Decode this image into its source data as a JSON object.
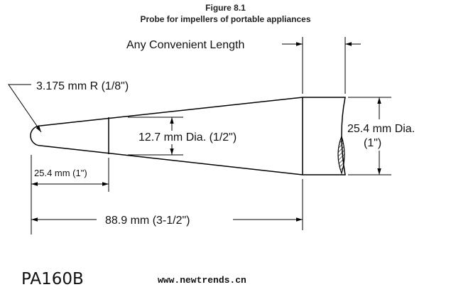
{
  "figure": {
    "title": "Figure 8.1",
    "subtitle": "Probe for impellers of portable appliances"
  },
  "dimensions": {
    "length": "Any Convenient Length",
    "tip_radius": "3.175 mm R (1/8\")",
    "mid_diameter": "12.7 mm Dia. (1/2\")",
    "end_diameter_mm": "25.4 mm Dia.",
    "end_diameter_in": "(1\")",
    "tip_length": "25.4 mm (1\")",
    "overall_length": "88.9 mm (3-1/2\")"
  },
  "footer": {
    "code": "PA160B",
    "url": "www.newtrends.cn"
  },
  "colors": {
    "line": "#000000",
    "background": "#ffffff"
  }
}
